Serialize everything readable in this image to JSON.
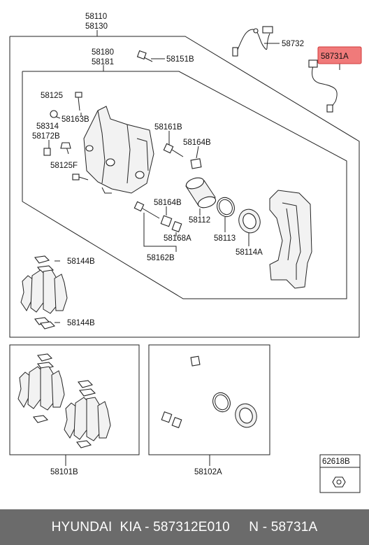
{
  "labels": {
    "l58110": "58110",
    "l58130": "58130",
    "l58180": "58180",
    "l58181": "58181",
    "l58151B": "58151B",
    "l58732": "58732",
    "l58731A": "58731A",
    "l58125": "58125",
    "l58314": "58314",
    "l58163B": "58163B",
    "l58172B": "58172B",
    "l58125F": "58125F",
    "l58161B": "58161B",
    "l58164B_a": "58164B",
    "l58164B_b": "58164B",
    "l58112": "58112",
    "l58113": "58113",
    "l58114A": "58114A",
    "l58168A": "58168A",
    "l58162B": "58162B",
    "l58144B_a": "58144B",
    "l58144B_b": "58144B",
    "l58101B": "58101B",
    "l58102A": "58102A",
    "l62618B": "62618B"
  },
  "colors": {
    "highlight_fill": "#f07a7a",
    "highlight_border": "#d23a3a",
    "footer_bg": "#6b6b6b"
  },
  "footer": {
    "text": "HYUNDAI  KIA - 587312E010     N - 58731A"
  }
}
